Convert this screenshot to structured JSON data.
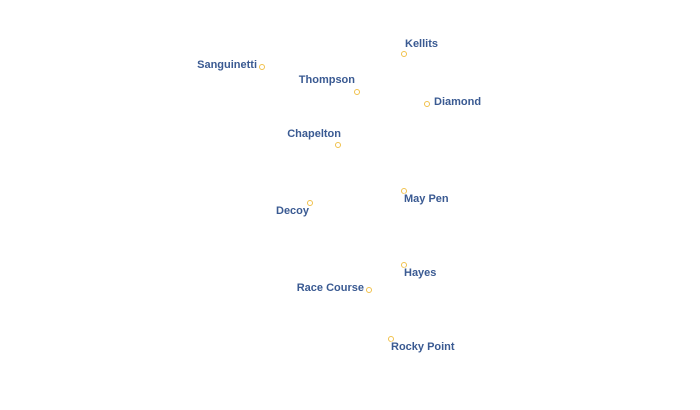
{
  "map": {
    "places": [
      {
        "id": "kellits",
        "name": "Kellits"
      },
      {
        "id": "sanguinetti",
        "name": "Sanguinetti"
      },
      {
        "id": "thompson",
        "name": "Thompson"
      },
      {
        "id": "diamond",
        "name": "Diamond"
      },
      {
        "id": "chapelton",
        "name": "Chapelton"
      },
      {
        "id": "may-pen",
        "name": "May Pen"
      },
      {
        "id": "decoy",
        "name": "Decoy"
      },
      {
        "id": "hayes",
        "name": "Hayes"
      },
      {
        "id": "race-course",
        "name": "Race Course"
      },
      {
        "id": "rocky-point",
        "name": "Rocky Point"
      }
    ],
    "marker_color": "#f0c14b",
    "label_color": "#3a5a92"
  }
}
